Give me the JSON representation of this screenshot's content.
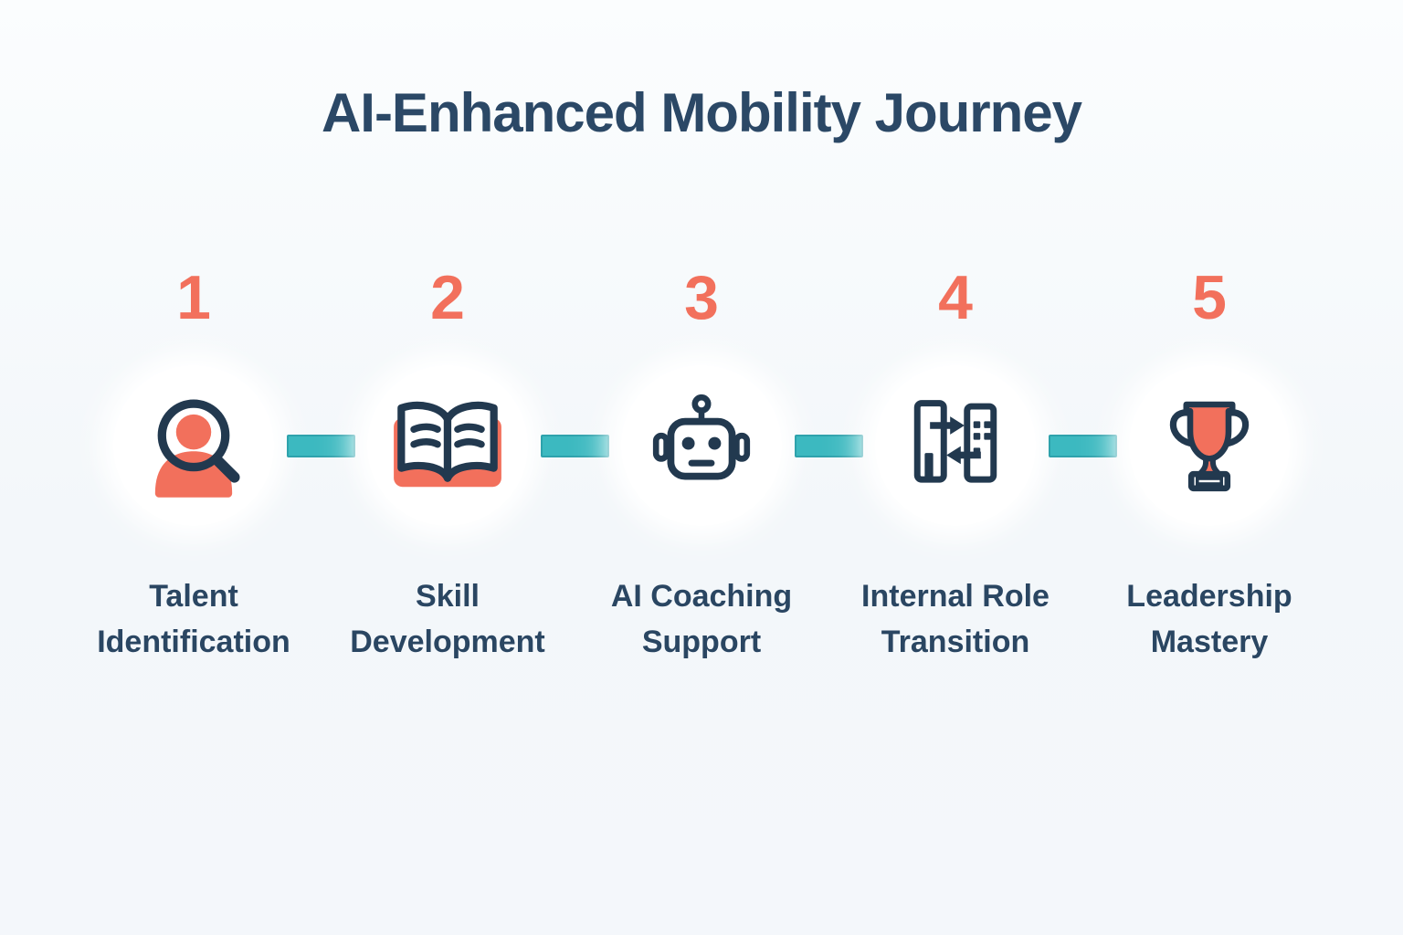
{
  "title": "AI-Enhanced Mobility Journey",
  "colors": {
    "background": "#F4F7FB",
    "title_navy": "#2B4866",
    "label_navy": "#2A4662",
    "icon_navy": "#22394F",
    "accent_coral": "#F2705C",
    "connector_teal": "#3CB9C0",
    "circle_white": "#FFFFFF"
  },
  "steps": [
    {
      "number": "1",
      "label": "Talent\nIdentification",
      "icon": "person-search-icon"
    },
    {
      "number": "2",
      "label": "Skill\nDevelopment",
      "icon": "open-book-icon"
    },
    {
      "number": "3",
      "label": "AI Coaching\nSupport",
      "icon": "robot-icon"
    },
    {
      "number": "4",
      "label": "Internal Role\nTransition",
      "icon": "buildings-transfer-icon"
    },
    {
      "number": "5",
      "label": "Leadership\nMastery",
      "icon": "trophy-icon"
    }
  ]
}
